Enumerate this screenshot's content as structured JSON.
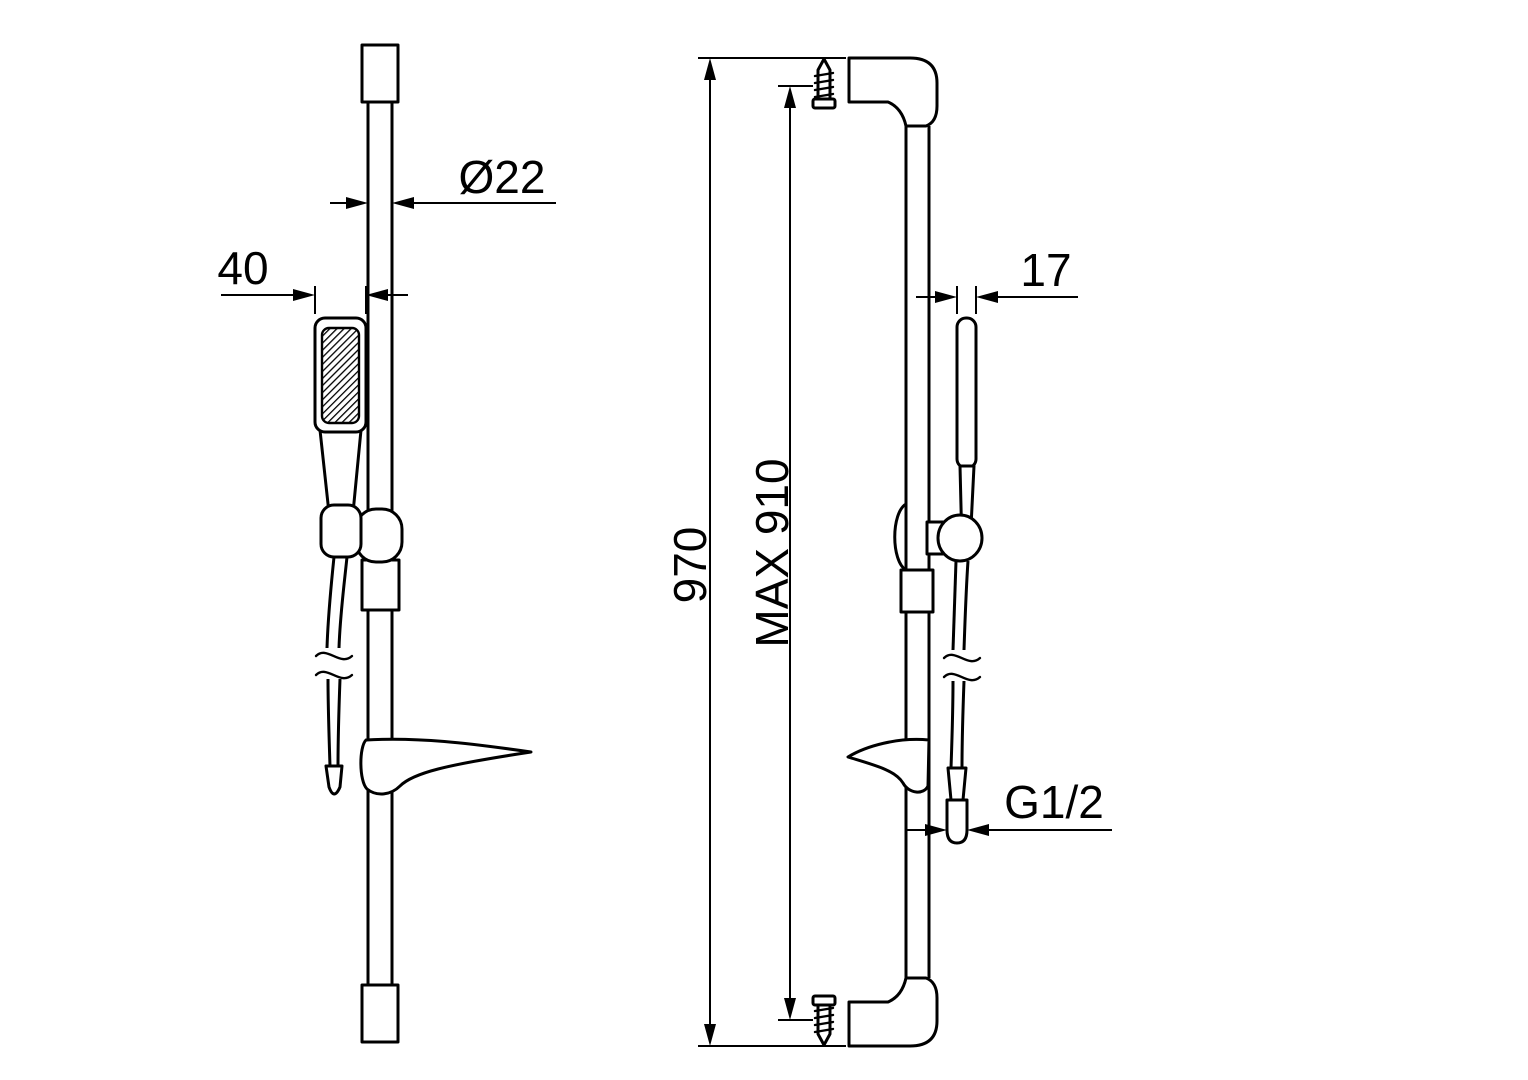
{
  "drawing": {
    "colors": {
      "line": "#000000",
      "background": "#ffffff"
    },
    "dimensions": {
      "rail_diameter": "Ø22",
      "handset_width": "40",
      "handset_depth": "17",
      "overall_height": "970",
      "max_fixing_height": "MAX 910",
      "hose_thread": "G1/2"
    }
  }
}
